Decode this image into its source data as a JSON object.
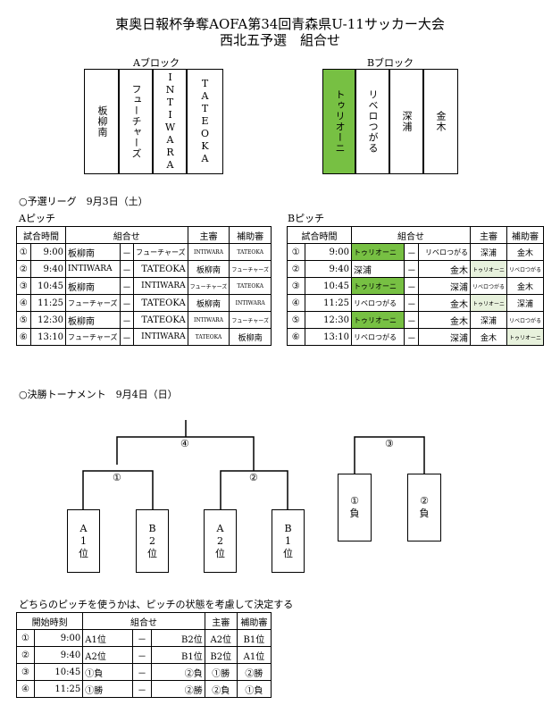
{
  "title": {
    "line1": "東奥日報杯争奪AOFA第34回青森県U-11サッカー大会",
    "line2": "西北五予選　組合せ"
  },
  "blocks": {
    "a_label": "Aブロック",
    "a_teams": [
      "板柳南",
      "フューチャーズ",
      "INTIWARA",
      "TATEOKA"
    ],
    "b_label": "Bブロック",
    "b_teams": [
      "トゥリオーニ",
      "リベロつがる",
      "深浦",
      "金木"
    ]
  },
  "league": {
    "heading": "○予選リーグ　9月3日（土）",
    "a_pitch": "Aピッチ",
    "b_pitch": "Bピッチ",
    "headers": [
      "試合時間",
      "組合せ",
      "主審",
      "補助審"
    ],
    "a_rows": [
      [
        "①",
        "9:00",
        "板柳南",
        "－",
        "フューチャーズ",
        "INTIWARA",
        "TATEOKA"
      ],
      [
        "②",
        "9:40",
        "INTIWARA",
        "－",
        "TATEOKA",
        "板柳南",
        "フューチャーズ"
      ],
      [
        "③",
        "10:45",
        "板柳南",
        "－",
        "INTIWARA",
        "フューチャーズ",
        "TATEOKA"
      ],
      [
        "④",
        "11:25",
        "フューチャーズ",
        "－",
        "TATEOKA",
        "板柳南",
        "INTIWARA"
      ],
      [
        "⑤",
        "12:30",
        "板柳南",
        "－",
        "TATEOKA",
        "INTIWARA",
        "フューチャーズ"
      ],
      [
        "⑥",
        "13:10",
        "フューチャーズ",
        "－",
        "INTIWARA",
        "TATEOKA",
        "板柳南"
      ]
    ],
    "b_rows": [
      [
        "①",
        "9:00",
        "トゥリオーニ",
        "－",
        "リベロつがる",
        "深浦",
        "金木"
      ],
      [
        "②",
        "9:40",
        "深浦",
        "－",
        "金木",
        "トゥリオーニ",
        "リベロつがる"
      ],
      [
        "③",
        "10:45",
        "トゥリオーニ",
        "－",
        "深浦",
        "リベロつがる",
        "金木"
      ],
      [
        "④",
        "11:25",
        "リベロつがる",
        "－",
        "金木",
        "トゥリオーニ",
        "深浦"
      ],
      [
        "⑤",
        "12:30",
        "トゥリオーニ",
        "－",
        "金木",
        "深浦",
        "リベロつがる"
      ],
      [
        "⑥",
        "13:10",
        "リベロつがる",
        "－",
        "深浦",
        "金木",
        "トゥリオーニ"
      ]
    ],
    "highlight_color": "#77c043"
  },
  "tournament": {
    "heading": "○決勝トーナメント　9月4日（日）",
    "labels": [
      "④",
      "①",
      "②",
      "③"
    ],
    "boxes": [
      "A\n1\n位",
      "B\n2\n位",
      "A\n2\n位",
      "B\n1\n位",
      "①\n負",
      "②\n負"
    ],
    "note": "どちらのピッチを使うかは、ピッチの状態を考慮して決定する",
    "headers": [
      "開始時刻",
      "組合せ",
      "主審",
      "補助審"
    ],
    "rows": [
      [
        "①",
        "9:00",
        "A1位",
        "－",
        "B2位",
        "A2位",
        "B1位"
      ],
      [
        "②",
        "9:40",
        "A2位",
        "－",
        "B1位",
        "B2位",
        "A1位"
      ],
      [
        "③",
        "10:45",
        "①負",
        "－",
        "②負",
        "①勝",
        "②勝"
      ],
      [
        "④",
        "11:25",
        "①勝",
        "－",
        "②勝",
        "②負",
        "①負"
      ]
    ]
  }
}
